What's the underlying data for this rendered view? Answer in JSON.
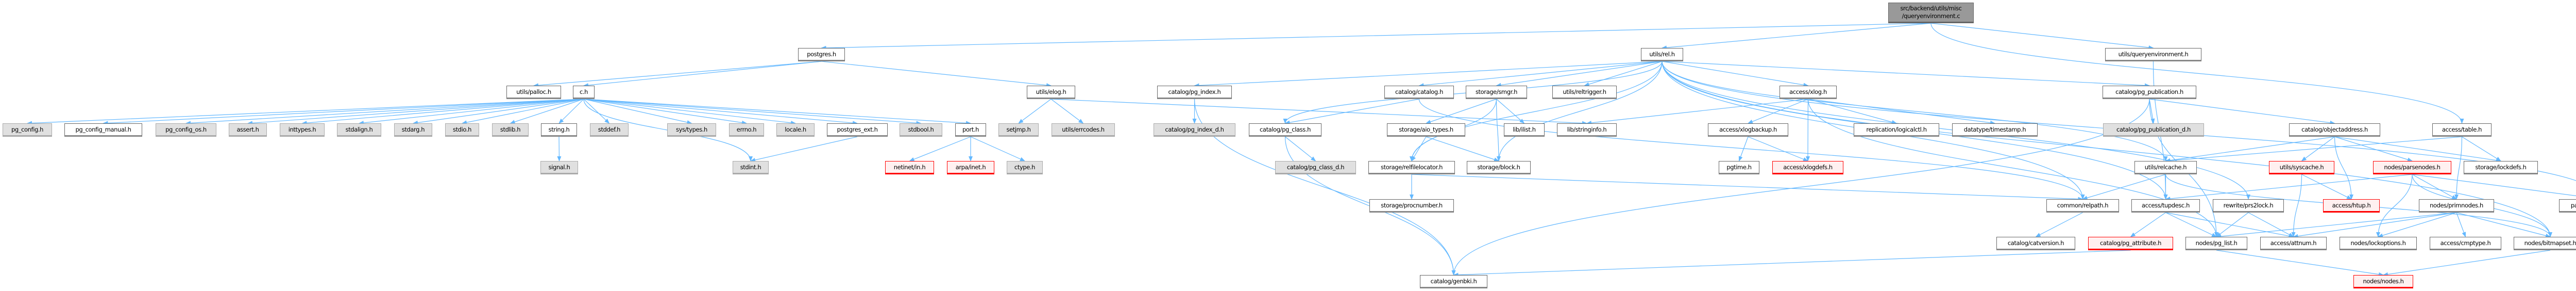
{
  "colors": {
    "edge": "#63b8ff",
    "root_fill": "#999999",
    "external_fill": "#e0e0e0",
    "missing_border": "#ff0000"
  },
  "nodes": {
    "root": {
      "label": "src/backend/utils/misc\n/queryenvironment.c",
      "kind": "root"
    },
    "postgres": {
      "label": "postgres.h",
      "kind": "white"
    },
    "rel": {
      "label": "utils/rel.h",
      "kind": "white"
    },
    "queryenv": {
      "label": "utils/queryenvironment.h",
      "kind": "white"
    },
    "palloc": {
      "label": "utils/palloc.h",
      "kind": "white"
    },
    "c": {
      "label": "c.h",
      "kind": "white"
    },
    "elog": {
      "label": "utils/elog.h",
      "kind": "white"
    },
    "pg_index": {
      "label": "catalog/pg_index.h",
      "kind": "white"
    },
    "catalog": {
      "label": "catalog/catalog.h",
      "kind": "white"
    },
    "smgr": {
      "label": "storage/smgr.h",
      "kind": "white"
    },
    "reltrigger": {
      "label": "utils/reltrigger.h",
      "kind": "white"
    },
    "xlog": {
      "label": "access/xlog.h",
      "kind": "white"
    },
    "pg_publication": {
      "label": "catalog/pg_publication.h",
      "kind": "white"
    },
    "pg_config": {
      "label": "pg_config.h",
      "kind": "gray"
    },
    "pg_config_manual": {
      "label": "pg_config_manual.h",
      "kind": "white"
    },
    "pg_config_os": {
      "label": "pg_config_os.h",
      "kind": "gray"
    },
    "assert": {
      "label": "assert.h",
      "kind": "gray"
    },
    "inttypes": {
      "label": "inttypes.h",
      "kind": "gray"
    },
    "stdalign": {
      "label": "stdalign.h",
      "kind": "gray"
    },
    "stdarg": {
      "label": "stdarg.h",
      "kind": "gray"
    },
    "stdio": {
      "label": "stdio.h",
      "kind": "gray"
    },
    "stdlib": {
      "label": "stdlib.h",
      "kind": "gray"
    },
    "string": {
      "label": "string.h",
      "kind": "white"
    },
    "stddef": {
      "label": "stddef.h",
      "kind": "gray"
    },
    "systypes": {
      "label": "sys/types.h",
      "kind": "gray"
    },
    "errno": {
      "label": "errno.h",
      "kind": "gray"
    },
    "locale": {
      "label": "locale.h",
      "kind": "gray"
    },
    "postgres_ext": {
      "label": "postgres_ext.h",
      "kind": "white"
    },
    "stdbool": {
      "label": "stdbool.h",
      "kind": "gray"
    },
    "port": {
      "label": "port.h",
      "kind": "white"
    },
    "setjmp": {
      "label": "setjmp.h",
      "kind": "gray"
    },
    "errcodes": {
      "label": "utils/errcodes.h",
      "kind": "gray"
    },
    "pg_index_d": {
      "label": "catalog/pg_index_d.h",
      "kind": "gray"
    },
    "pg_class": {
      "label": "catalog/pg_class.h",
      "kind": "white"
    },
    "aio_types": {
      "label": "storage/aio_types.h",
      "kind": "white"
    },
    "ilist": {
      "label": "lib/ilist.h",
      "kind": "white"
    },
    "stringinfo": {
      "label": "lib/stringinfo.h",
      "kind": "white"
    },
    "xlogbackup": {
      "label": "access/xlogbackup.h",
      "kind": "white"
    },
    "logicalctl": {
      "label": "replication/logicalctl.h",
      "kind": "white"
    },
    "timestamp": {
      "label": "datatype/timestamp.h",
      "kind": "white"
    },
    "pg_publication_d": {
      "label": "catalog/pg_publication_d.h",
      "kind": "gray"
    },
    "objectaddress": {
      "label": "catalog/objectaddress.h",
      "kind": "white"
    },
    "table": {
      "label": "access/table.h",
      "kind": "white"
    },
    "signal": {
      "label": "signal.h",
      "kind": "gray"
    },
    "stdint": {
      "label": "stdint.h",
      "kind": "gray"
    },
    "netinet": {
      "label": "netinet/in.h",
      "kind": "red"
    },
    "arpa": {
      "label": "arpa/inet.h",
      "kind": "red"
    },
    "ctype": {
      "label": "ctype.h",
      "kind": "gray"
    },
    "pg_class_d": {
      "label": "catalog/pg_class_d.h",
      "kind": "gray"
    },
    "relfilelocator": {
      "label": "storage/relfilelocator.h",
      "kind": "white"
    },
    "block": {
      "label": "storage/block.h",
      "kind": "white"
    },
    "pgtime": {
      "label": "pgtime.h",
      "kind": "white"
    },
    "xlogdefs": {
      "label": "access/xlogdefs.h",
      "kind": "red"
    },
    "relcache": {
      "label": "utils/relcache.h",
      "kind": "white"
    },
    "syscache": {
      "label": "utils/syscache.h",
      "kind": "red"
    },
    "parsenodes": {
      "label": "nodes/parsenodes.h",
      "kind": "red"
    },
    "lockdefs": {
      "label": "storage/lockdefs.h",
      "kind": "white"
    },
    "procnumber": {
      "label": "storage/procnumber.h",
      "kind": "white"
    },
    "relpath": {
      "label": "common/relpath.h",
      "kind": "white"
    },
    "tupdesc": {
      "label": "access/tupdesc.h",
      "kind": "white"
    },
    "prs2lock": {
      "label": "rewrite/prs2lock.h",
      "kind": "white"
    },
    "htup": {
      "label": "access/htup.h",
      "kind": "red"
    },
    "primnodes": {
      "label": "nodes/primnodes.h",
      "kind": "white"
    },
    "partdefs": {
      "label": "partitioning/partdefs.h",
      "kind": "white"
    },
    "catversion": {
      "label": "catalog/catversion.h",
      "kind": "white"
    },
    "pg_attribute": {
      "label": "catalog/pg_attribute.h",
      "kind": "red"
    },
    "pg_list": {
      "label": "nodes/pg_list.h",
      "kind": "white"
    },
    "attnum": {
      "label": "access/attnum.h",
      "kind": "white"
    },
    "lockoptions": {
      "label": "nodes/lockoptions.h",
      "kind": "white"
    },
    "cmptype": {
      "label": "access/cmptype.h",
      "kind": "white"
    },
    "bitmapset": {
      "label": "nodes/bitmapset.h",
      "kind": "white"
    },
    "genbki": {
      "label": "catalog/genbki.h",
      "kind": "white"
    },
    "nodes": {
      "label": "nodes/nodes.h",
      "kind": "red"
    }
  },
  "edges": [
    [
      "root",
      "postgres"
    ],
    [
      "root",
      "rel"
    ],
    [
      "root",
      "queryenv"
    ],
    [
      "root",
      "table"
    ],
    [
      "postgres",
      "c"
    ],
    [
      "postgres",
      "palloc"
    ],
    [
      "postgres",
      "elog"
    ],
    [
      "c",
      "pg_config"
    ],
    [
      "c",
      "pg_config_manual"
    ],
    [
      "c",
      "pg_config_os"
    ],
    [
      "c",
      "assert"
    ],
    [
      "c",
      "inttypes"
    ],
    [
      "c",
      "stdalign"
    ],
    [
      "c",
      "stdarg"
    ],
    [
      "c",
      "stdio"
    ],
    [
      "c",
      "stdlib"
    ],
    [
      "c",
      "string"
    ],
    [
      "c",
      "stddef"
    ],
    [
      "c",
      "systypes"
    ],
    [
      "c",
      "errno"
    ],
    [
      "c",
      "locale"
    ],
    [
      "c",
      "postgres_ext"
    ],
    [
      "c",
      "stdbool"
    ],
    [
      "c",
      "port"
    ],
    [
      "c",
      "stdint"
    ],
    [
      "string",
      "signal"
    ],
    [
      "postgres_ext",
      "stdint"
    ],
    [
      "port",
      "netinet"
    ],
    [
      "port",
      "arpa"
    ],
    [
      "port",
      "ctype"
    ],
    [
      "elog",
      "setjmp"
    ],
    [
      "elog",
      "errcodes"
    ],
    [
      "elog",
      "stringinfo"
    ],
    [
      "rel",
      "pg_index"
    ],
    [
      "rel",
      "catalog"
    ],
    [
      "rel",
      "smgr"
    ],
    [
      "rel",
      "reltrigger"
    ],
    [
      "rel",
      "xlog"
    ],
    [
      "rel",
      "pg_class"
    ],
    [
      "rel",
      "relfilelocator"
    ],
    [
      "rel",
      "block"
    ],
    [
      "rel",
      "pg_publication"
    ],
    [
      "rel",
      "relcache"
    ],
    [
      "rel",
      "tupdesc"
    ],
    [
      "rel",
      "relpath"
    ],
    [
      "rel",
      "prs2lock"
    ],
    [
      "rel",
      "partdefs"
    ],
    [
      "rel",
      "bitmapset"
    ],
    [
      "pg_index",
      "pg_index_d"
    ],
    [
      "pg_index",
      "genbki"
    ],
    [
      "pg_class",
      "pg_class_d"
    ],
    [
      "pg_class",
      "genbki"
    ],
    [
      "catalog",
      "pg_class"
    ],
    [
      "catalog",
      "relpath"
    ],
    [
      "smgr",
      "aio_types"
    ],
    [
      "smgr",
      "ilist"
    ],
    [
      "smgr",
      "block"
    ],
    [
      "smgr",
      "relfilelocator"
    ],
    [
      "aio_types",
      "relfilelocator"
    ],
    [
      "aio_types",
      "block"
    ],
    [
      "relfilelocator",
      "procnumber"
    ],
    [
      "relfilelocator",
      "relpath"
    ],
    [
      "xlog",
      "xlogbackup"
    ],
    [
      "xlog",
      "xlogdefs"
    ],
    [
      "xlog",
      "logicalctl"
    ],
    [
      "xlog",
      "timestamp"
    ],
    [
      "xlog",
      "stringinfo"
    ],
    [
      "xlog",
      "pg_list"
    ],
    [
      "xlogbackup",
      "pgtime"
    ],
    [
      "xlogbackup",
      "xlogdefs"
    ],
    [
      "queryenv",
      "tupdesc"
    ],
    [
      "pg_publication",
      "pg_publication_d"
    ],
    [
      "pg_publication",
      "objectaddress"
    ],
    [
      "pg_publication",
      "genbki"
    ],
    [
      "pg_publication",
      "pg_list"
    ],
    [
      "objectaddress",
      "relcache"
    ],
    [
      "objectaddress",
      "syscache"
    ],
    [
      "objectaddress",
      "htup"
    ],
    [
      "objectaddress",
      "parsenodes"
    ],
    [
      "objectaddress",
      "lockdefs"
    ],
    [
      "table",
      "relcache"
    ],
    [
      "table",
      "lockdefs"
    ],
    [
      "table",
      "primnodes"
    ],
    [
      "relcache",
      "relpath"
    ],
    [
      "relcache",
      "tupdesc"
    ],
    [
      "relcache",
      "bitmapset"
    ],
    [
      "syscache",
      "htup"
    ],
    [
      "syscache",
      "attnum"
    ],
    [
      "parsenodes",
      "tupdesc"
    ],
    [
      "parsenodes",
      "primnodes"
    ],
    [
      "parsenodes",
      "partdefs"
    ],
    [
      "parsenodes",
      "lockoptions"
    ],
    [
      "parsenodes",
      "bitmapset"
    ],
    [
      "relpath",
      "catversion"
    ],
    [
      "tupdesc",
      "pg_attribute"
    ],
    [
      "tupdesc",
      "pg_list"
    ],
    [
      "tupdesc",
      "attnum"
    ],
    [
      "prs2lock",
      "pg_list"
    ],
    [
      "prs2lock",
      "attnum"
    ],
    [
      "primnodes",
      "pg_list"
    ],
    [
      "primnodes",
      "attnum"
    ],
    [
      "primnodes",
      "lockoptions"
    ],
    [
      "primnodes",
      "cmptype"
    ],
    [
      "primnodes",
      "bitmapset"
    ],
    [
      "pg_attribute",
      "genbki"
    ],
    [
      "pg_list",
      "nodes"
    ],
    [
      "bitmapset",
      "nodes"
    ]
  ]
}
